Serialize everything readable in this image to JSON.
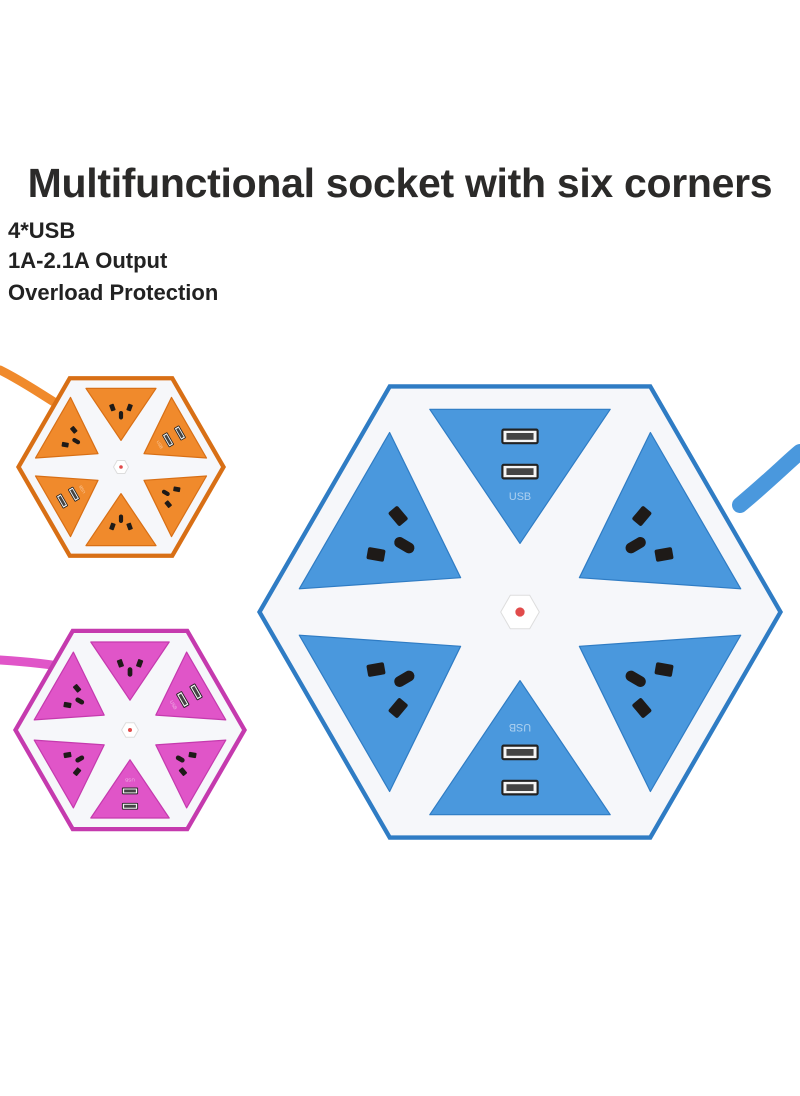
{
  "headline": "Multifunctional socket with six corners",
  "features": [
    "4*USB",
    "1A-2.1A Output",
    "Overload Protection"
  ],
  "usb_port_label": "USB",
  "colors": {
    "orange": "#f08a2c",
    "orange_dark": "#d86f15",
    "pink": "#e055c8",
    "pink_dark": "#c53aae",
    "blue": "#4a98dd",
    "blue_dark": "#2f7cc4",
    "housing": "#f6f7fa",
    "socket_hole": "#1e1a18"
  }
}
